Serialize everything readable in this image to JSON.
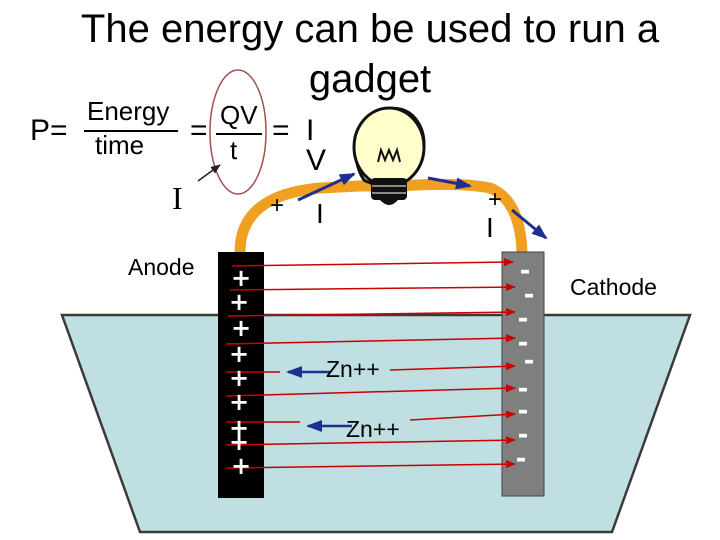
{
  "title": "The energy can be used to run a gadget",
  "equation": {
    "p_label": "P=",
    "numerator": "Energy",
    "denominator": "time",
    "equals1": "=",
    "qv": "QV",
    "t": "t",
    "equals2": "=",
    "iv": "I V"
  },
  "current_symbol_left": "I",
  "wire": {
    "plus_left": "+",
    "i_left": "I",
    "plus_right": "+",
    "i_right": "I"
  },
  "labels": {
    "anode": "Anode",
    "cathode": "Cathode",
    "ion_upper": "Zn++",
    "ion_lower": "Zn++"
  },
  "anode_signs": [
    "+",
    "+",
    "+",
    "+",
    "+",
    "+",
    "+",
    "+"
  ],
  "cathode_signs": [
    "-",
    "-",
    "-",
    "-",
    "-",
    "-",
    "-",
    "-"
  ],
  "colors": {
    "water": "#bfdfe2",
    "wire": "#f0a020",
    "anode": "#000000",
    "cathode": "#7f7f7f",
    "field_arrow": "#cc0000",
    "current_arrow": "#1f2f8f",
    "bulb": "#ffffcc"
  }
}
